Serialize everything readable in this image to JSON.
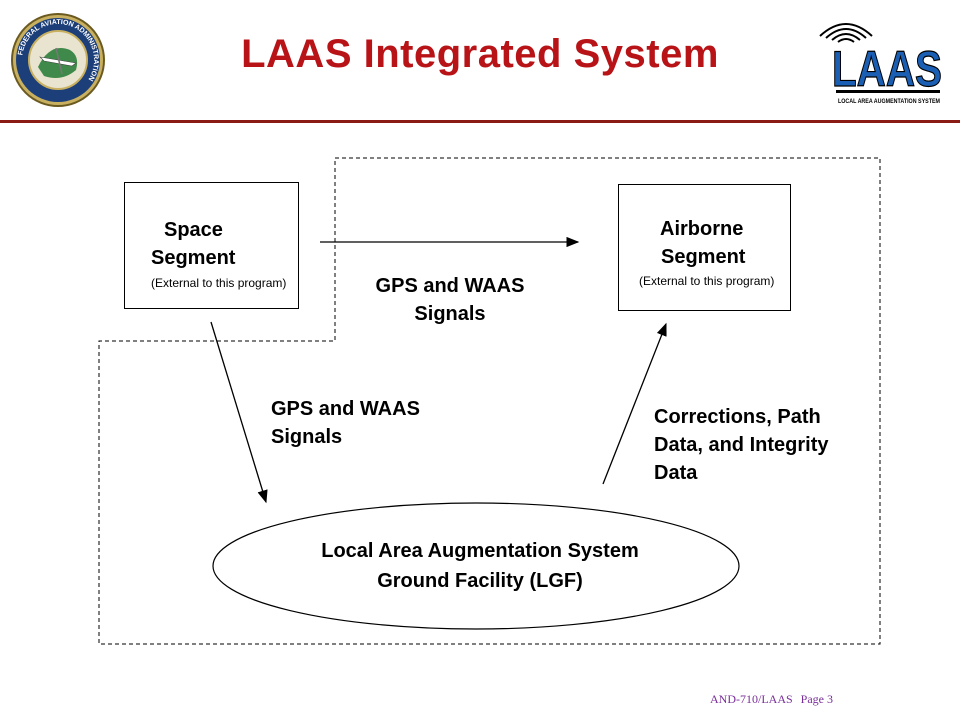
{
  "slide": {
    "title": "LAAS Integrated System"
  },
  "logos": {
    "faa_ring_text": "FEDERAL AVIATION ADMINISTRATION",
    "laas_wordmark": "LAAS",
    "laas_tagline": "LOCAL AREA AUGMENTATION SYSTEM",
    "accent_red": "#b81418",
    "laas_blue": "#1a5fb4"
  },
  "diagram": {
    "space_segment": {
      "line1": "Space",
      "line2": "Segment",
      "note": "(External to this program)"
    },
    "airborne_segment": {
      "line1": "Airborne",
      "line2": "Segment",
      "note": "(External to this program)"
    },
    "signal_label_top": {
      "line1": "GPS and WAAS",
      "line2": "Signals"
    },
    "signal_label_left": {
      "line1": "GPS and WAAS",
      "line2": "Signals"
    },
    "corrections_label": {
      "line1": "Corrections, Path",
      "line2": "Data, and Integrity",
      "line3": "Data"
    },
    "ground_facility": {
      "line1": "Local Area Augmentation System",
      "line2": "Ground Facility (LGF)"
    }
  },
  "footer": {
    "doc_code": "AND-710/LAAS",
    "page": "Page 3"
  }
}
